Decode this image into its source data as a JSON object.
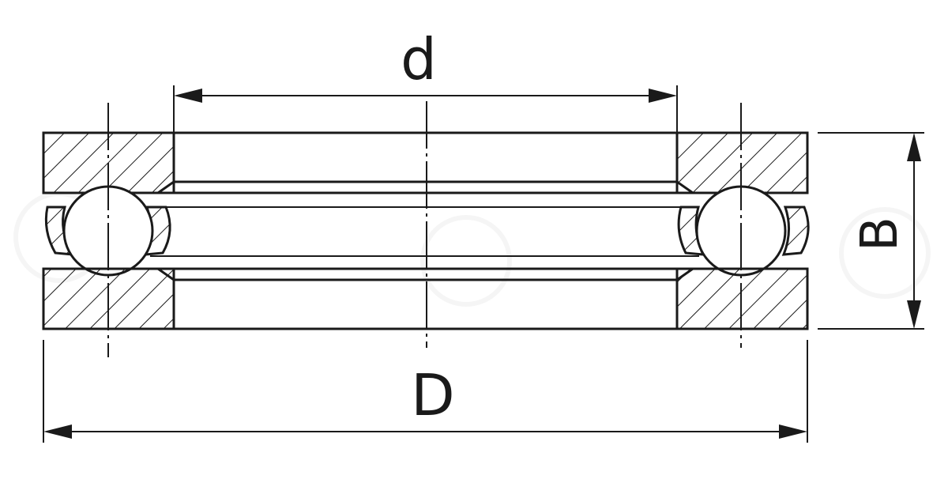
{
  "labels": {
    "d": "d",
    "D": "D",
    "B": "B"
  },
  "colors": {
    "line": "#1a1a1a",
    "background": "#ffffff"
  }
}
